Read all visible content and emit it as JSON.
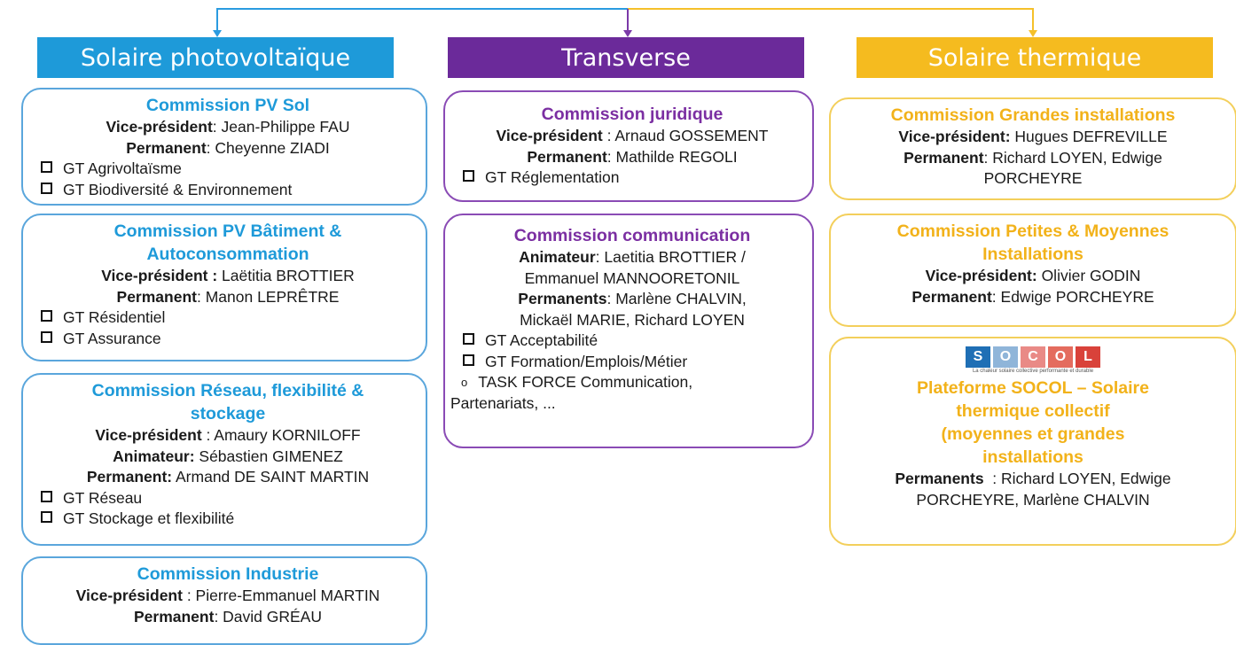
{
  "colors": {
    "blue": "#1e9ad9",
    "purple": "#6b2a9a",
    "yellow": "#f5bb1f"
  },
  "headers": {
    "pv": "Solaire photovoltaïque",
    "transverse": "Transverse",
    "thermique": "Solaire thermique"
  },
  "pv_sol": {
    "title": "Commission PV Sol",
    "vp_label": "Vice-président",
    "vp_value": ": Jean-Philippe FAU",
    "perm_label": "Permanent",
    "perm_value": ": Cheyenne ZIADI",
    "items": [
      "GT Agrivoltaïsme",
      "GT Biodiversité & Environnement"
    ]
  },
  "pv_batiment": {
    "title_1": "Commission PV Bâtiment &",
    "title_2": "Autoconsommation",
    "vp_label": "Vice-président :",
    "vp_value": " Laëtitia BROTTIER",
    "perm_label": "Permanent",
    "perm_value": ": Manon LEPRÊTRE",
    "items": [
      "GT Résidentiel",
      "GT Assurance"
    ]
  },
  "pv_reseau": {
    "title_1": "Commission Réseau, flexibilité &",
    "title_2": "stockage",
    "vp_label": "Vice-président",
    "vp_value": " : Amaury KORNILOFF",
    "anim_label": "Animateur:",
    "anim_value": " Sébastien GIMENEZ",
    "perm_label": "Permanent:",
    "perm_value": " Armand DE SAINT MARTIN",
    "items": [
      "GT Réseau",
      "GT Stockage et flexibilité"
    ]
  },
  "pv_industrie": {
    "title": "Commission Industrie",
    "vp_label": "Vice-président",
    "vp_value": " : Pierre-Emmanuel MARTIN",
    "perm_label": "Permanent",
    "perm_value": ": David GRÉAU"
  },
  "juridique": {
    "title": "Commission juridique",
    "vp_label": "Vice-président",
    "vp_value": " : Arnaud GOSSEMENT",
    "perm_label": "Permanent",
    "perm_value": ": Mathilde REGOLI",
    "items": [
      "GT Réglementation"
    ]
  },
  "communication": {
    "title": "Commission communication",
    "anim_label": "Animateur",
    "anim_value": ": Laetitia BROTTIER /",
    "anim_value_2": "Emmanuel MANNOORETONIL",
    "perm_label": "Permanents",
    "perm_value": ": Marlène CHALVIN,",
    "perm_value_2": "Mickaël MARIE, Richard LOYEN",
    "items": [
      "GT Acceptabilité",
      "GT Formation/Emplois/Métier"
    ],
    "task_1": "TASK FORCE Communication,",
    "task_2": "Partenariats, ..."
  },
  "grandes": {
    "title": "Commission Grandes installations",
    "vp_label": "Vice-président:",
    "vp_value": " Hugues DEFREVILLE",
    "perm_label": "Permanent",
    "perm_value": ": Richard LOYEN, Edwige",
    "perm_value_2": "PORCHEYRE"
  },
  "petites": {
    "title_1": "Commission Petites & Moyennes",
    "title_2": "Installations",
    "vp_label": "Vice-président:",
    "vp_value": " Olivier GODIN",
    "perm_label": "Permanent",
    "perm_value": ": Edwige PORCHEYRE"
  },
  "socol": {
    "logo_letters": [
      "S",
      "O",
      "C",
      "O",
      "L"
    ],
    "logo_tagline": "La chaleur solaire collective performante et durable",
    "title_1": "Plateforme SOCOL – Solaire",
    "title_2": "thermique collectif",
    "title_3": "(moyennes et grandes",
    "title_4": "installations",
    "perm_label": "Permanents",
    "perm_value": "  : Richard LOYEN, Edwige",
    "perm_value_2": "PORCHEYRE, Marlène CHALVIN"
  }
}
